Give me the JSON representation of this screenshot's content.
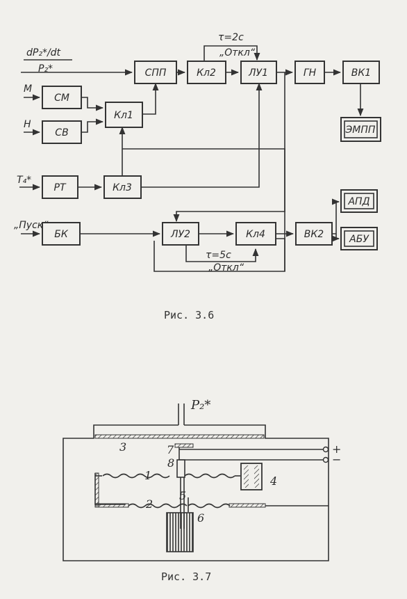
{
  "figure_3_6": {
    "inputs": {
      "dp_dt": "dP₂*/dt",
      "p2": "P₂*",
      "m": "М",
      "n": "Н",
      "t4": "T₄*",
      "start": "„Пуск“"
    },
    "blocks": {
      "spp": "СПП",
      "kl2": "Кл2",
      "lu1": "ЛУ1",
      "gn": "ГН",
      "vk1": "ВК1",
      "emp": "ЭМПП",
      "sm": "СМ",
      "kl1": "Кл1",
      "sv": "СВ",
      "rt": "РТ",
      "kl3": "Кл3",
      "bk": "БК",
      "lu2": "ЛУ2",
      "kl4": "Кл4",
      "vk2": "ВК2",
      "apd": "АПД",
      "abu": "АБУ"
    },
    "annotations": {
      "tau_top": "τ=2с",
      "otkl_top": "„Откл“",
      "tau_bottom": "τ=5с",
      "otkl_bottom": "„Откл“"
    },
    "caption": "Рис. 3.6"
  },
  "figure_3_7": {
    "input": "P₂*",
    "plus": "+",
    "minus": "−",
    "numbers": [
      "1",
      "2",
      "3",
      "4",
      "5",
      "6",
      "7",
      "8"
    ],
    "caption": "Рис. 3.7"
  }
}
